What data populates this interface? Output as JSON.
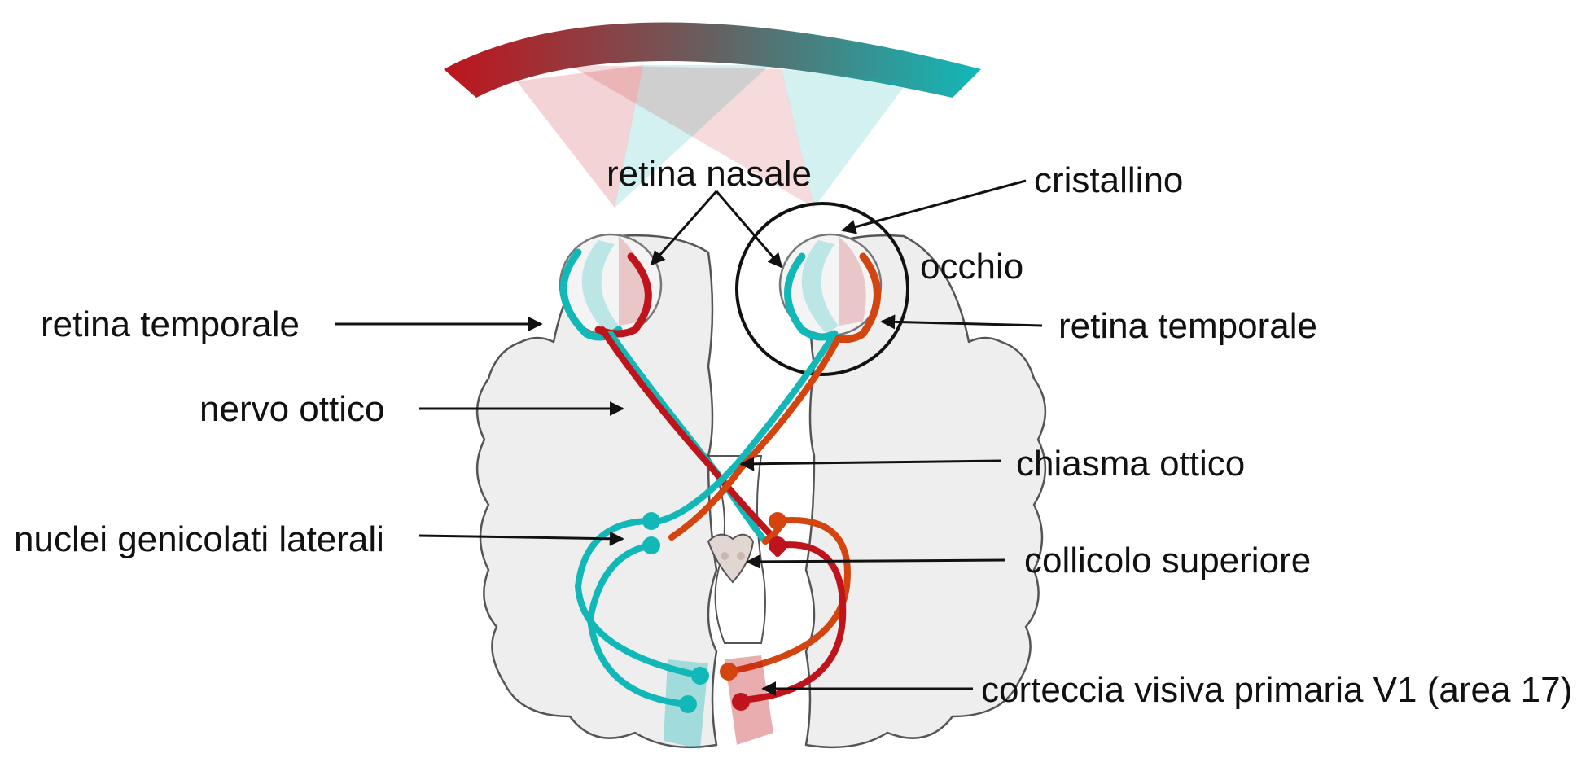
{
  "labels": {
    "retina_nasale": "retina nasale",
    "cristallino": "cristallino",
    "occhio": "occhio",
    "retina_temporale_left": "retina temporale",
    "retina_temporale_right": "retina temporale",
    "nervo_ottico": "nervo ottico",
    "chiasma_ottico": "chiasma ottico",
    "nuclei_genicolati_laterali": "nuclei genicolati laterali",
    "collicolo_superiore": "collicolo superiore",
    "corteccia_visiva": "corteccia visiva primaria V1 (area 17)"
  },
  "colors": {
    "left_field": "#c0141c",
    "right_field": "#12b8b8",
    "orange_path": "#d4440e",
    "brain_fill": "#eeeeee"
  }
}
